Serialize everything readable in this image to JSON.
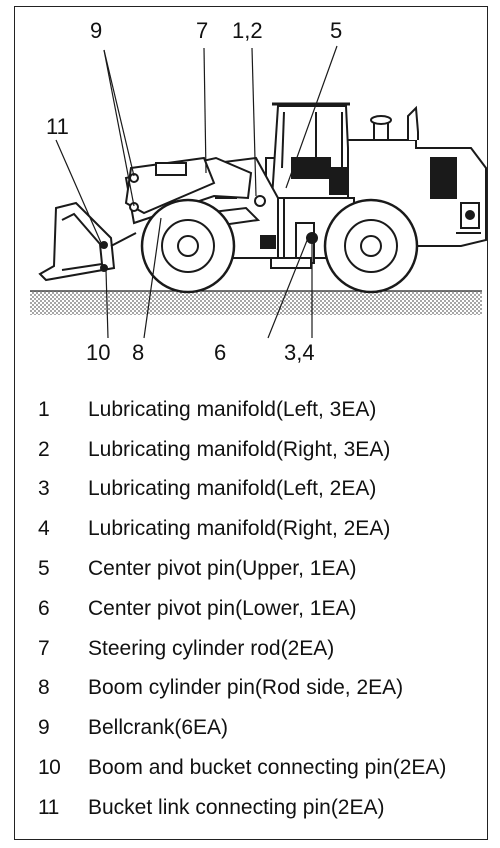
{
  "callouts": {
    "c9": "9",
    "c7": "7",
    "c12": "1,2",
    "c5": "5",
    "c11": "11",
    "c10": "10",
    "c8": "8",
    "c6": "6",
    "c34": "3,4"
  },
  "legend": [
    {
      "num": "1",
      "text": "Lubricating manifold(Left, 3EA)"
    },
    {
      "num": "2",
      "text": "Lubricating manifold(Right, 3EA)"
    },
    {
      "num": "3",
      "text": "Lubricating manifold(Left, 2EA)"
    },
    {
      "num": "4",
      "text": "Lubricating manifold(Right, 2EA)"
    },
    {
      "num": "5",
      "text": "Center pivot pin(Upper, 1EA)"
    },
    {
      "num": "6",
      "text": "Center pivot pin(Lower, 1EA)"
    },
    {
      "num": "7",
      "text": "Steering cylinder rod(2EA)"
    },
    {
      "num": "8",
      "text": "Boom cylinder pin(Rod side, 2EA)"
    },
    {
      "num": "9",
      "text": "Bellcrank(6EA)"
    },
    {
      "num": "10",
      "text": "Boom and bucket connecting pin(2EA)"
    },
    {
      "num": "11",
      "text": "Bucket link connecting pin(2EA)"
    }
  ],
  "colors": {
    "line": "#1a1a1a",
    "ground": "#9a9a9a",
    "background": "#ffffff"
  }
}
